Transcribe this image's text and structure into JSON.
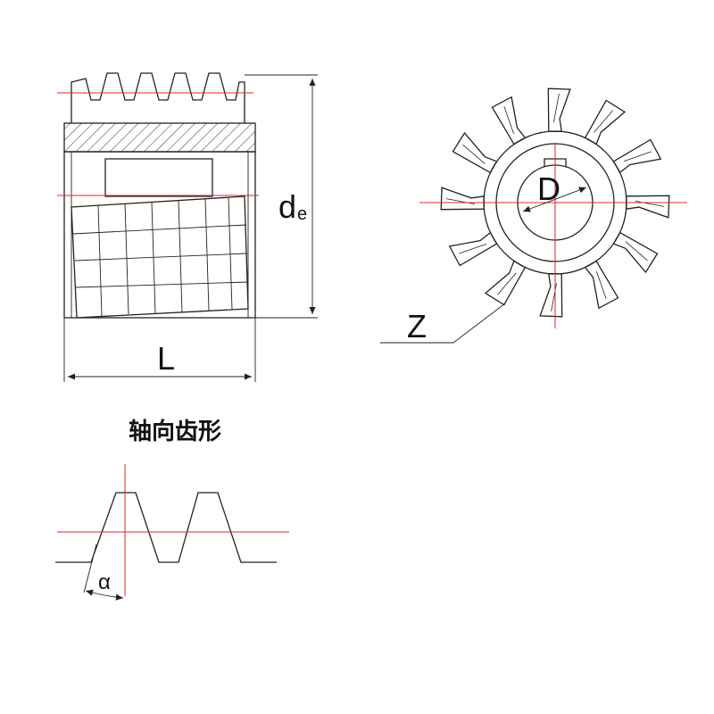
{
  "labels": {
    "outer_diameter": "d",
    "outer_diameter_sub": "e",
    "length": "L",
    "bore_diameter": "D",
    "teeth_count": "Z",
    "section_title": "轴向齿形",
    "pressure_angle": "α"
  },
  "colors": {
    "line": "#222222",
    "centerline": "#e0262a",
    "background": "#ffffff"
  },
  "wheel": {
    "tooth_count": 12
  }
}
